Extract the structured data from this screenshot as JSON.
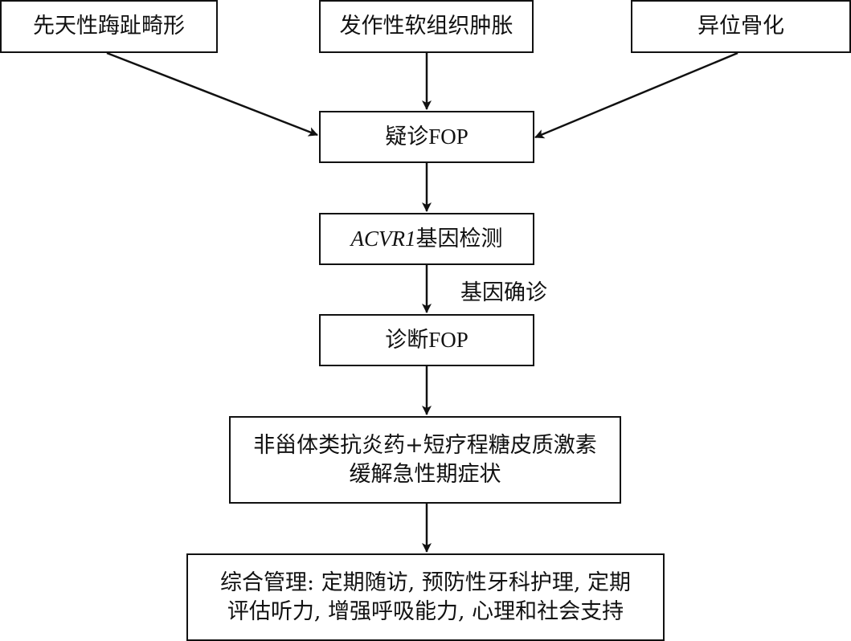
{
  "nodes": {
    "congenital_toe": "先天性踇趾畸形",
    "soft_tissue": "发作性软组织肿胀",
    "heterotopic": "异位骨化",
    "suspected": {
      "prefix": "疑诊",
      "abbr": "FOP"
    },
    "gene_test": {
      "gene": "ACVR1",
      "suffix": "基因检测"
    },
    "diagnosis": {
      "prefix": "诊断",
      "abbr": "FOP"
    },
    "acute_treatment": {
      "line1": "非甾体类抗炎药+短疗程糖皮质激素",
      "line2": "缓解急性期症状"
    },
    "management": {
      "line1": "综合管理: 定期随访, 预防性牙科护理, 定期",
      "line2": "评估听力, 增强呼吸能力, 心理和社会支持"
    }
  },
  "edge_labels": {
    "gene_confirmed": "基因确诊"
  }
}
